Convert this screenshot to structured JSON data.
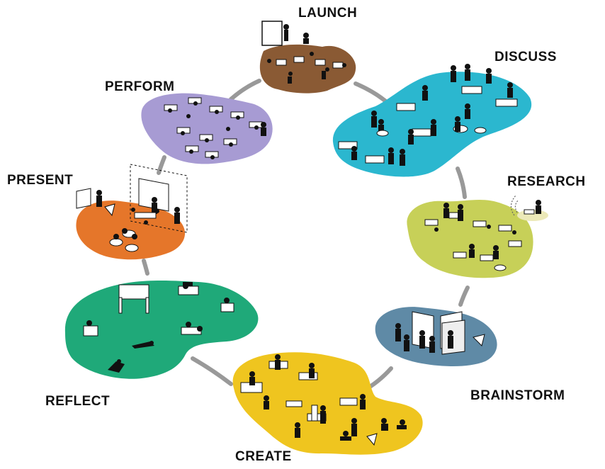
{
  "diagram": {
    "stages": [
      {
        "id": "launch",
        "label": "LAUNCH",
        "color": "#8a5a34"
      },
      {
        "id": "discuss",
        "label": "DISCUSS",
        "color": "#2bb7cf"
      },
      {
        "id": "research",
        "label": "RESEARCH",
        "color": "#c7d058"
      },
      {
        "id": "brainstorm",
        "label": "BRAINSTORM",
        "color": "#5f8aa6"
      },
      {
        "id": "create",
        "label": "CREATE",
        "color": "#efc51f"
      },
      {
        "id": "reflect",
        "label": "REFLECT",
        "color": "#1fa979"
      },
      {
        "id": "present",
        "label": "PRESENT",
        "color": "#e5762a"
      },
      {
        "id": "perform",
        "label": "PERFORM",
        "color": "#a79bd3"
      }
    ],
    "cycle_color": "#999999"
  }
}
